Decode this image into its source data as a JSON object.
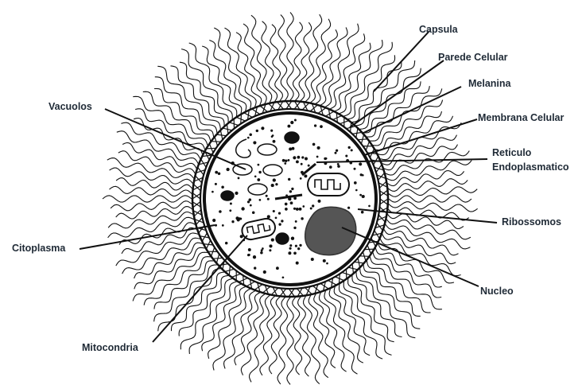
{
  "diagram": {
    "labels": {
      "capsula": "Capsula",
      "parede_celular": "Parede Celular",
      "melanina": "Melanina",
      "membrana_celular": "Membrana Celular",
      "reticulo_line1": "Reticulo",
      "reticulo_line2": "Endoplasmatico",
      "ribossomos": "Ribossomos",
      "nucleo": "Nucleo",
      "vacuolos": "Vacuolos",
      "citoplasma": "Citoplasma",
      "mitocondria": "Mitocondria"
    },
    "colors": {
      "ink": "#111111",
      "label_text": "#1f2a36",
      "nucleus_fill": "#555555",
      "background": "#ffffff"
    }
  }
}
